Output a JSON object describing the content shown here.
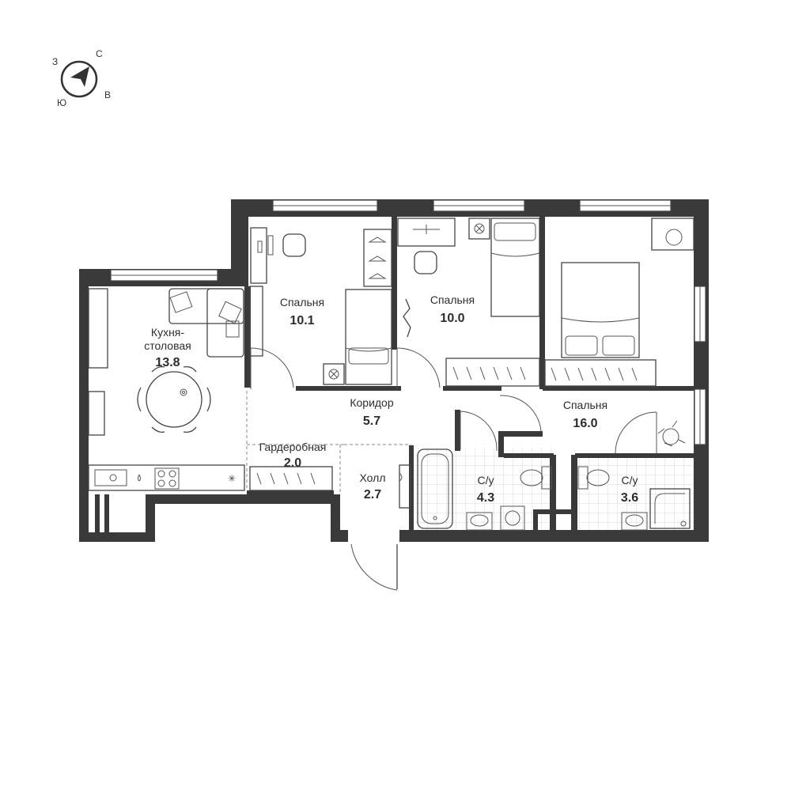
{
  "compass": {
    "north": "С",
    "west": "З",
    "east": "В",
    "south": "Ю"
  },
  "rooms": {
    "kitchen": {
      "name_line1": "Кухня-",
      "name_line2": "столовая",
      "area": "13.8"
    },
    "bedroom1": {
      "name": "Спальня",
      "area": "10.1"
    },
    "bedroom2": {
      "name": "Спальня",
      "area": "10.0"
    },
    "bedroom3": {
      "name": "Спальня",
      "area": "16.0"
    },
    "corridor": {
      "name": "Коридор",
      "area": "5.7"
    },
    "wardrobe": {
      "name": "Гардеробная",
      "area": "2.0"
    },
    "hall": {
      "name": "Холл",
      "area": "2.7"
    },
    "bath1": {
      "name": "С/у",
      "area": "4.3"
    },
    "bath2": {
      "name": "С/у",
      "area": "3.6"
    }
  },
  "colors": {
    "wall": "#3a3a3a",
    "tile_grid": "#cfcfcf",
    "line": "#444444"
  }
}
